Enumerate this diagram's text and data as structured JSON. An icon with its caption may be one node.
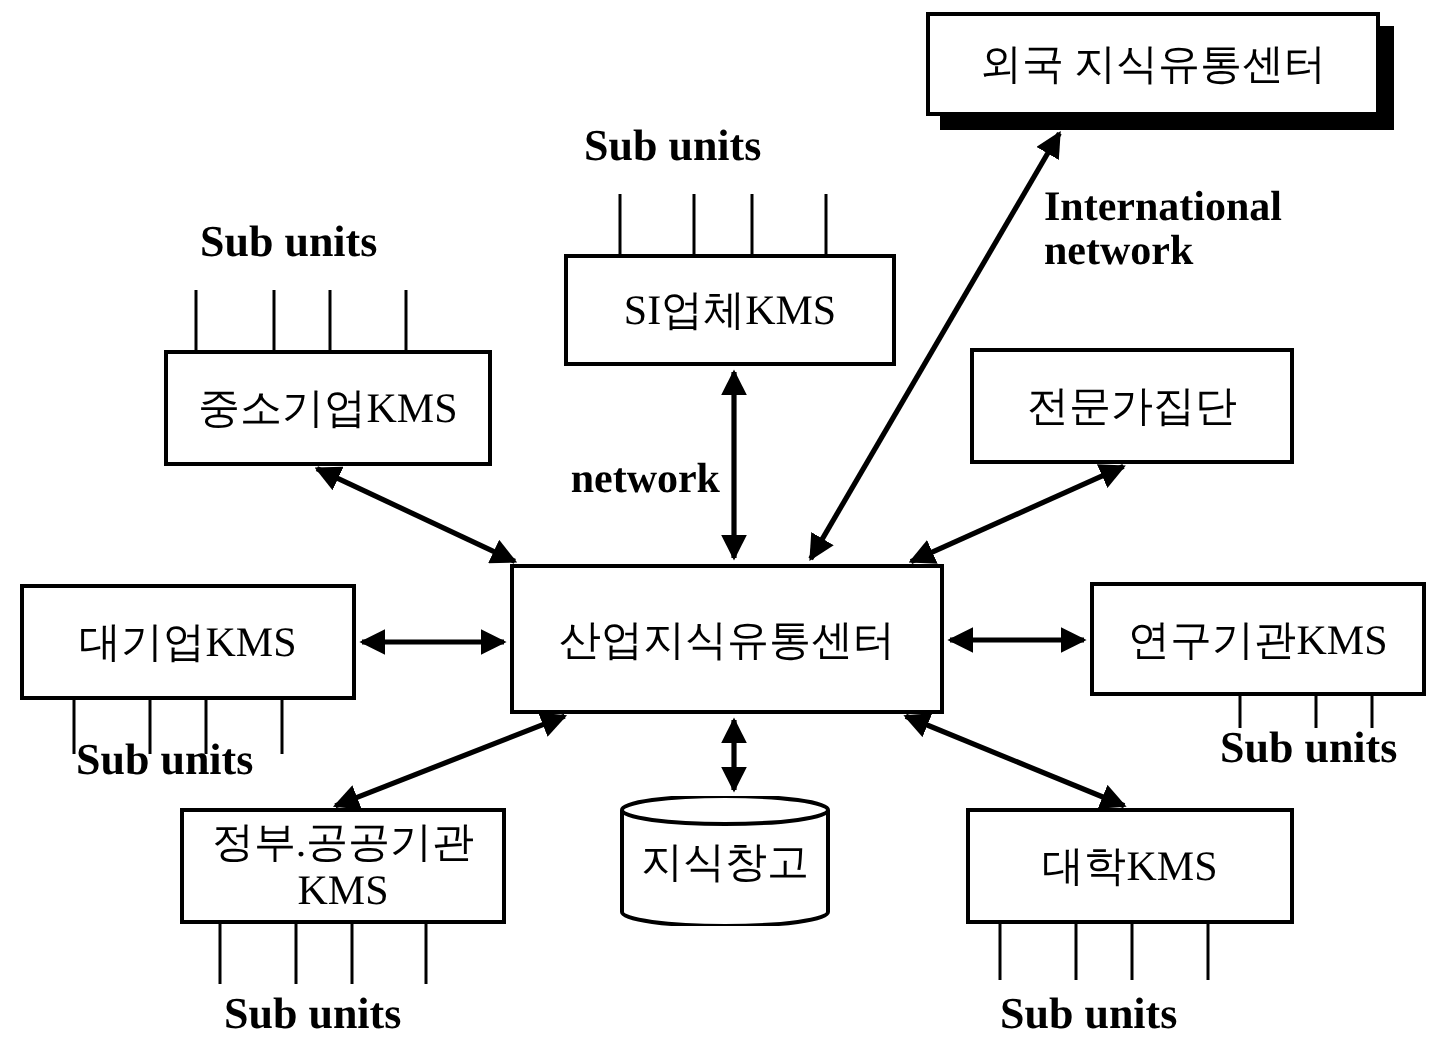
{
  "diagram": {
    "nodes": [
      {
        "text": [
          "외국 지식유통센터"
        ]
      },
      {
        "text": [
          "SI업체KMS"
        ],
        "beside": [
          "Sub units"
        ]
      },
      {
        "text": [
          "중소기업KMS"
        ],
        "beside": [
          "Sub units"
        ]
      },
      {
        "text": [
          "전문가집단"
        ]
      },
      {
        "text": [
          "산업지식유통센터"
        ]
      },
      {
        "text": [
          "대기업KMS"
        ],
        "beside": [
          "Sub units"
        ]
      },
      {
        "text": [
          "연구기관KMS"
        ],
        "beside": [
          "Sub units"
        ]
      },
      {
        "text": [
          "정부.공공기관 KMS"
        ],
        "beside": [
          "Sub units"
        ]
      },
      {
        "text": [
          "지식창고"
        ]
      },
      {
        "text": [
          "대학KMS"
        ],
        "beside": [
          "Sub units"
        ]
      }
    ],
    "edges": [
      {
        "from": 1,
        "to": 4,
        "arrow": "both",
        "label": "network"
      },
      {
        "from": 0,
        "to": 4,
        "arrow": "both",
        "label": "International network"
      },
      {
        "from": 2,
        "to": 4,
        "arrow": "both"
      },
      {
        "from": 3,
        "to": 4,
        "arrow": "both"
      },
      {
        "from": 5,
        "to": 4,
        "arrow": "both"
      },
      {
        "from": 4,
        "to": 6,
        "arrow": "both"
      },
      {
        "from": 7,
        "to": 4,
        "arrow": "both"
      },
      {
        "from": 4,
        "to": 8,
        "arrow": "both"
      },
      {
        "from": 4,
        "to": 9,
        "arrow": "both"
      }
    ]
  }
}
